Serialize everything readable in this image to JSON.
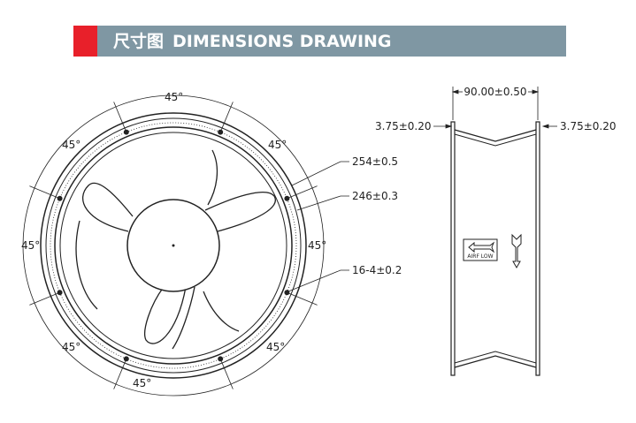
{
  "header": {
    "title_cn": "尺寸图",
    "title_en": "DIMENSIONS DRAWING",
    "accent_color": "#e8202a",
    "bar_color": "#7f97a3"
  },
  "front_view": {
    "angle_labels": [
      "45°",
      "45°",
      "45°",
      "45°",
      "45°",
      "45°",
      "45°",
      "45°"
    ],
    "callouts": {
      "outer_diameter": "254±0.5",
      "hole_circle": "246±0.3",
      "holes": "16-4±0.2"
    }
  },
  "side_view": {
    "depth": "90.00±0.50",
    "flange_left": "3.75±0.20",
    "flange_right": "3.75±0.20",
    "airflow_label": "AIRF LOW",
    "icons": [
      "airflow-arrow-icon",
      "rotation-arrow-icon"
    ]
  }
}
